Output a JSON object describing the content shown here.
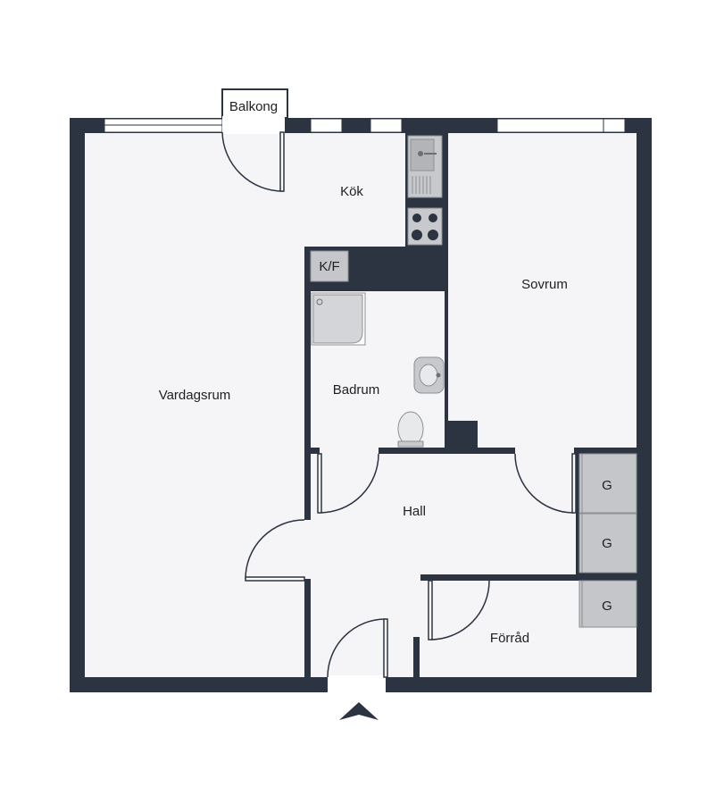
{
  "rooms": {
    "balcony": "Balkong",
    "kitchen": "Kök",
    "bedroom": "Sovrum",
    "living": "Vardagsrum",
    "bathroom": "Badrum",
    "hall": "Hall",
    "storage": "Förråd"
  },
  "fixtures": {
    "fridge_freezer": "K/F",
    "wardrobe_1": "G",
    "wardrobe_2": "G",
    "wardrobe_3": "G"
  },
  "colors": {
    "wall": "#2c3441",
    "floor": "#f5f5f7"
  },
  "icons": {
    "entrance": "entrance-arrow-icon",
    "sink": "sink-icon",
    "stove": "stove-icon",
    "shower": "shower-icon",
    "toilet": "toilet-icon",
    "washbasin": "washbasin-icon"
  }
}
